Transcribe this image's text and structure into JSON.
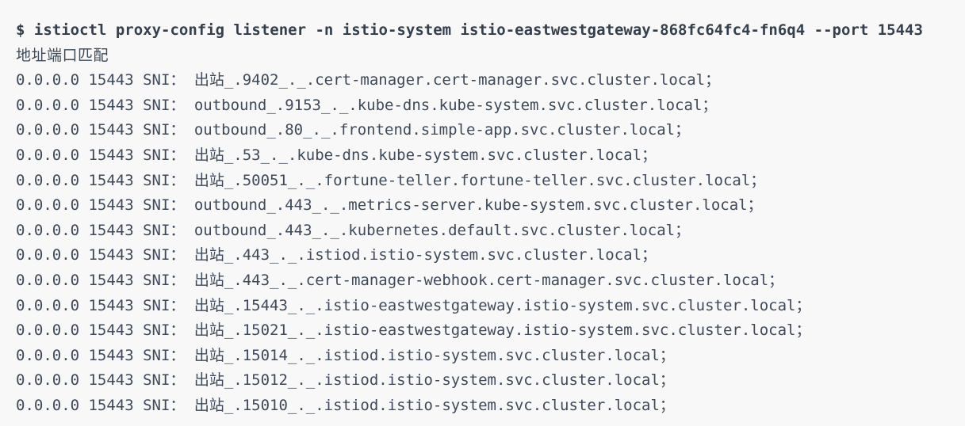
{
  "colors": {
    "background": "#f8f8f8",
    "command_text": "#35404e",
    "output_text": "#3e4a5a"
  },
  "terminal": {
    "command": "$ istioctl proxy-config listener -n istio-system istio-eastwestgateway-868fc64fc4-fn6q4 --port 15443",
    "columns_header": "地址端口匹配",
    "rows": [
      {
        "address": "0.0.0.0",
        "port": "15443",
        "match": "SNI： 出站_.9402_._.cert-manager.cert-manager.svc.cluster.local；"
      },
      {
        "address": "0.0.0.0",
        "port": "15443",
        "match": "SNI： outbound_.9153_._.kube-dns.kube-system.svc.cluster.local；"
      },
      {
        "address": "0.0.0.0",
        "port": "15443",
        "match": "SNI： outbound_.80_._.frontend.simple-app.svc.cluster.local；"
      },
      {
        "address": "0.0.0.0",
        "port": "15443",
        "match": "SNI： 出站_.53_._.kube-dns.kube-system.svc.cluster.local；"
      },
      {
        "address": "0.0.0.0",
        "port": "15443",
        "match": "SNI： 出站_.50051_._.fortune-teller.fortune-teller.svc.cluster.local；"
      },
      {
        "address": "0.0.0.0",
        "port": "15443",
        "match": "SNI： outbound_.443_._.metrics-server.kube-system.svc.cluster.local；"
      },
      {
        "address": "0.0.0.0",
        "port": "15443",
        "match": "SNI： outbound_.443_._.kubernetes.default.svc.cluster.local；"
      },
      {
        "address": "0.0.0.0",
        "port": "15443",
        "match": "SNI： 出站_.443_._.istiod.istio-system.svc.cluster.local；"
      },
      {
        "address": "0.0.0.0",
        "port": "15443",
        "match": "SNI： 出站_.443_._.cert-manager-webhook.cert-manager.svc.cluster.local；"
      },
      {
        "address": "0.0.0.0",
        "port": "15443",
        "match": "SNI： 出站_.15443_._.istio-eastwestgateway.istio-system.svc.cluster.local；"
      },
      {
        "address": "0.0.0.0",
        "port": "15443",
        "match": "SNI： 出站_.15021_._.istio-eastwestgateway.istio-system.svc.cluster.local；"
      },
      {
        "address": "0.0.0.0",
        "port": "15443",
        "match": "SNI： 出站_.15014_._.istiod.istio-system.svc.cluster.local；"
      },
      {
        "address": "0.0.0.0",
        "port": "15443",
        "match": "SNI： 出站_.15012_._.istiod.istio-system.svc.cluster.local；"
      },
      {
        "address": "0.0.0.0",
        "port": "15443",
        "match": "SNI： 出站_.15010_._.istiod.istio-system.svc.cluster.local；"
      }
    ]
  }
}
